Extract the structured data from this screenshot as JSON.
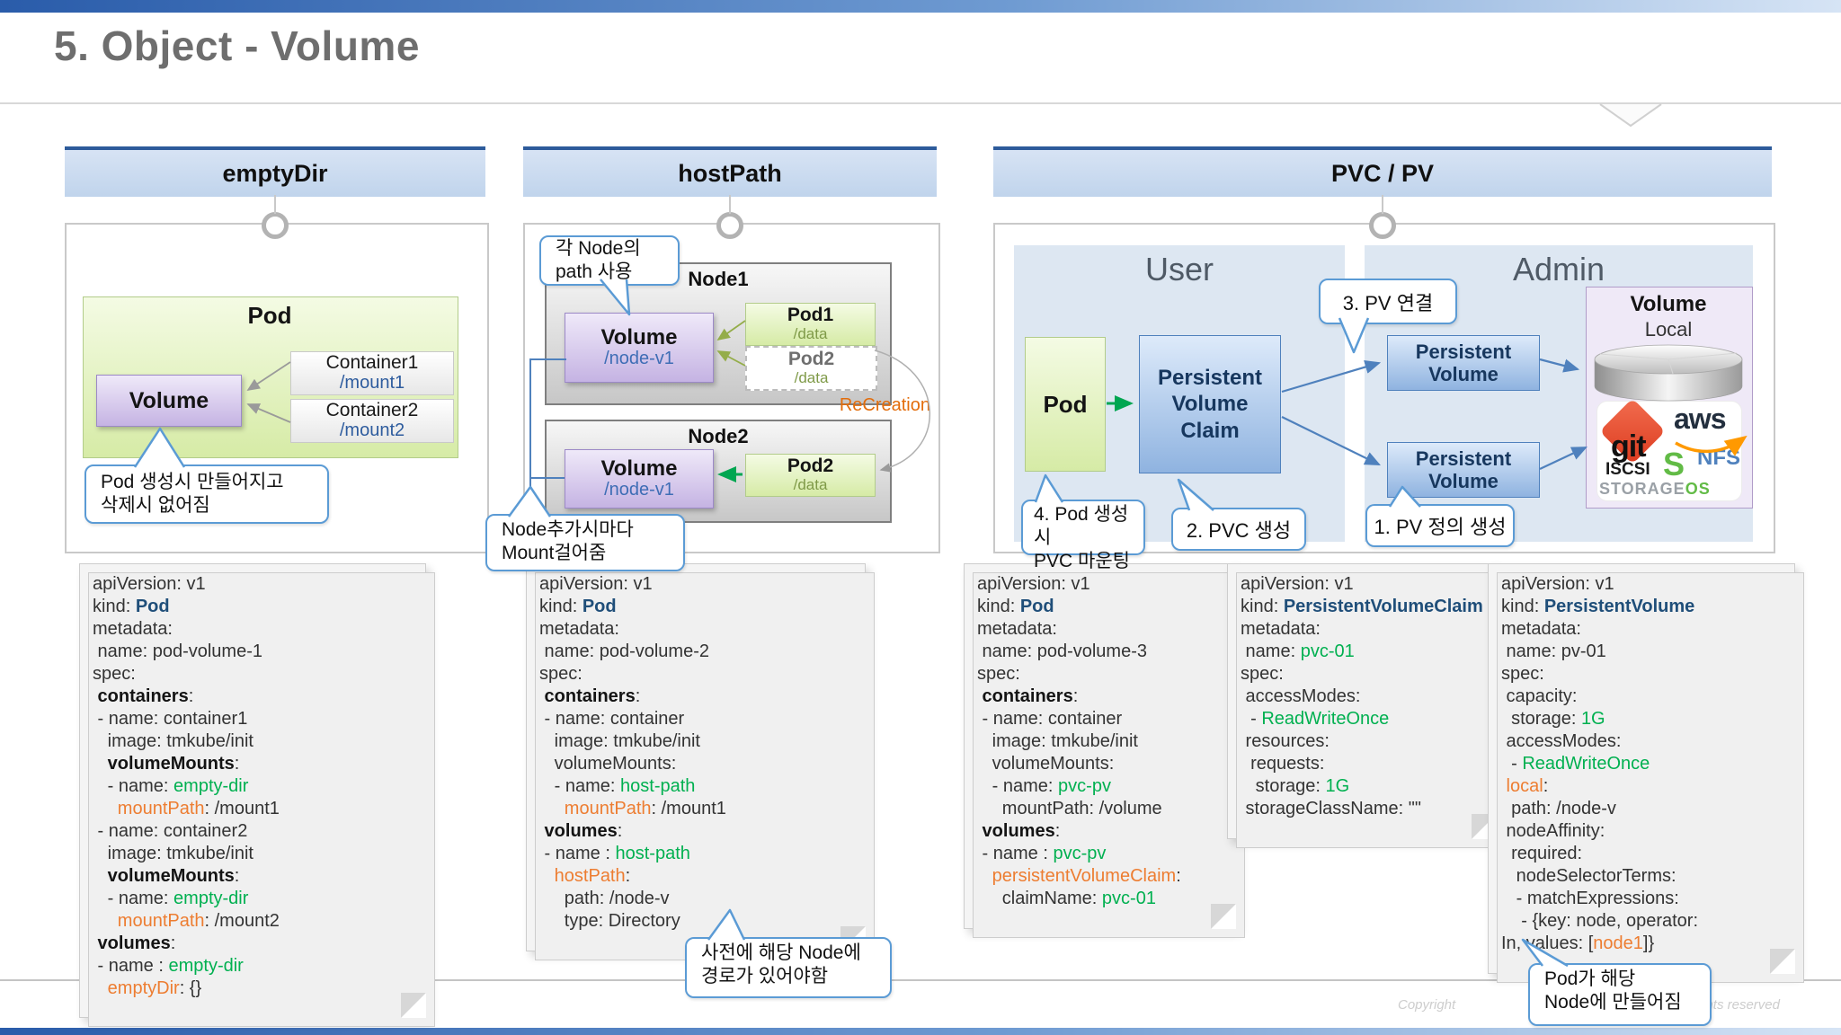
{
  "title": "5. Object - Volume",
  "sections": {
    "emptydir": "emptyDir",
    "hostpath": "hostPath",
    "pvcpv": "PVC / PV"
  },
  "emptydir": {
    "pod_label": "Pod",
    "volume_label": "Volume",
    "container1": {
      "title": "Container1",
      "path": "/mount1"
    },
    "container2": {
      "title": "Container2",
      "path": "/mount2"
    },
    "bubble": {
      "line1": "Pod 생성시 만들어지고",
      "line2": "삭제시 없어짐"
    }
  },
  "hostpath": {
    "bubble_top": {
      "line1": "각 Node의",
      "line2": "path 사용"
    },
    "node1": {
      "label": "Node1",
      "volume": {
        "title": "Volume",
        "path": "/node-v1"
      },
      "pod1": {
        "title": "Pod1",
        "path": "/data"
      },
      "pod2": {
        "title": "Pod2",
        "path": "/data"
      }
    },
    "recreation_label": "ReCreation",
    "node2": {
      "label": "Node2",
      "volume": {
        "title": "Volume",
        "path": "/node-v1"
      },
      "pod2": {
        "title": "Pod2",
        "path": "/data"
      }
    },
    "bubble_bottom": {
      "line1": "Node추가시마다",
      "line2": "Mount걸어줌"
    },
    "bubble_precreate": {
      "line1": "사전에 해당 Node에",
      "line2": "경로가 있어야함"
    }
  },
  "pvcpv": {
    "user_label": "User",
    "admin_label": "Admin",
    "pod_label": "Pod",
    "pvc_label": "Persistent Volume Claim",
    "pv_label": "Persistent Volume",
    "callout_pv_link": "3. PV 연결",
    "callout_pod_mount": {
      "line1": "4. Pod 생성시",
      "line2": "PVC 마운팅"
    },
    "callout_pvc_create": "2. PVC 생성",
    "callout_pv_create": "1. PV 정의 생성",
    "volume_box": {
      "title": "Volume",
      "subtitle": "Local"
    },
    "logos": {
      "git": "git",
      "aws": "aws",
      "nfs": "NFS",
      "iscsi": "ISCSI",
      "storageos_text": "STORAGE",
      "storageos_suffix": "OS"
    },
    "bubble_pod_node": {
      "line1": "Pod가 해당",
      "line2": "Node에 만들어짐"
    }
  },
  "footer": {
    "copyright_left": "Copyright",
    "copyright_right": "rights reserved"
  },
  "yaml_docs": [
    {
      "lines": [
        [
          [
            "p",
            "apiVersion: v1"
          ]
        ],
        [
          [
            "p",
            "kind: "
          ],
          [
            "nb",
            "Pod"
          ]
        ],
        [
          [
            "p",
            "metadata:"
          ]
        ],
        [
          [
            "p",
            " name: pod-volume-1"
          ]
        ],
        [
          [
            "p",
            "spec:"
          ]
        ],
        [
          [
            "b",
            " containers"
          ],
          [
            "p",
            ":"
          ]
        ],
        [
          [
            "p",
            " - name: container1"
          ]
        ],
        [
          [
            "p",
            "   image: tmkube/init"
          ]
        ],
        [
          [
            "b",
            "   volumeMounts"
          ],
          [
            "p",
            ":"
          ]
        ],
        [
          [
            "p",
            "   - name: "
          ],
          [
            "g",
            "empty-dir"
          ]
        ],
        [
          [
            "o",
            "     mountPath"
          ],
          [
            "p",
            ": /mount1"
          ]
        ],
        [
          [
            "p",
            " - name: container2"
          ]
        ],
        [
          [
            "p",
            "   image: tmkube/init"
          ]
        ],
        [
          [
            "b",
            "   volumeMounts"
          ],
          [
            "p",
            ":"
          ]
        ],
        [
          [
            "p",
            "   - name: "
          ],
          [
            "g",
            "empty-dir"
          ]
        ],
        [
          [
            "o",
            "     mountPath"
          ],
          [
            "p",
            ": /mount2"
          ]
        ],
        [
          [
            "b",
            " volumes"
          ],
          [
            "p",
            ":"
          ]
        ],
        [
          [
            "p",
            " - name : "
          ],
          [
            "g",
            "empty-dir"
          ]
        ],
        [
          [
            "o",
            "   emptyDir"
          ],
          [
            "p",
            ": {}"
          ]
        ]
      ]
    },
    {
      "lines": [
        [
          [
            "p",
            "apiVersion: v1"
          ]
        ],
        [
          [
            "p",
            "kind: "
          ],
          [
            "nb",
            "Pod"
          ]
        ],
        [
          [
            "p",
            "metadata:"
          ]
        ],
        [
          [
            "p",
            " name: pod-volume-2"
          ]
        ],
        [
          [
            "p",
            "spec:"
          ]
        ],
        [
          [
            "b",
            " containers"
          ],
          [
            "p",
            ":"
          ]
        ],
        [
          [
            "p",
            " - name: container"
          ]
        ],
        [
          [
            "p",
            "   image: tmkube/init"
          ]
        ],
        [
          [
            "p",
            "   volumeMounts:"
          ]
        ],
        [
          [
            "p",
            "   - name: "
          ],
          [
            "g",
            "host-path"
          ]
        ],
        [
          [
            "o",
            "     mountPath"
          ],
          [
            "p",
            ": /mount1"
          ]
        ],
        [
          [
            "b",
            " volumes"
          ],
          [
            "p",
            ":"
          ]
        ],
        [
          [
            "p",
            " - name : "
          ],
          [
            "g",
            "host-path"
          ]
        ],
        [
          [
            "o",
            "   hostPath"
          ],
          [
            "p",
            ":"
          ]
        ],
        [
          [
            "p",
            "     path: /node-v"
          ]
        ],
        [
          [
            "p",
            "     type: Directory"
          ]
        ]
      ]
    },
    {
      "lines": [
        [
          [
            "p",
            "apiVersion: v1"
          ]
        ],
        [
          [
            "p",
            "kind: "
          ],
          [
            "nb",
            "Pod"
          ]
        ],
        [
          [
            "p",
            "metadata:"
          ]
        ],
        [
          [
            "p",
            " name: pod-volume-3"
          ]
        ],
        [
          [
            "p",
            "spec:"
          ]
        ],
        [
          [
            "b",
            " containers"
          ],
          [
            "p",
            ":"
          ]
        ],
        [
          [
            "p",
            " - name: container"
          ]
        ],
        [
          [
            "p",
            "   image: tmkube/init"
          ]
        ],
        [
          [
            "p",
            "   volumeMounts:"
          ]
        ],
        [
          [
            "p",
            "   - name: "
          ],
          [
            "g",
            "pvc-pv"
          ]
        ],
        [
          [
            "p",
            "     mountPath: /volume"
          ]
        ],
        [
          [
            "b",
            " volumes"
          ],
          [
            "p",
            ":"
          ]
        ],
        [
          [
            "p",
            " - name : "
          ],
          [
            "g",
            "pvc-pv"
          ]
        ],
        [
          [
            "o",
            "   persistentVolumeClaim"
          ],
          [
            "p",
            ":"
          ]
        ],
        [
          [
            "p",
            "     claimName: "
          ],
          [
            "g",
            "pvc-01"
          ]
        ]
      ]
    },
    {
      "lines": [
        [
          [
            "p",
            "apiVersion: v1"
          ]
        ],
        [
          [
            "p",
            "kind: "
          ],
          [
            "nb",
            "PersistentVolumeClaim"
          ]
        ],
        [
          [
            "p",
            "metadata:"
          ]
        ],
        [
          [
            "p",
            " name: "
          ],
          [
            "g",
            "pvc-01"
          ]
        ],
        [
          [
            "p",
            "spec:"
          ]
        ],
        [
          [
            "p",
            " accessModes:"
          ]
        ],
        [
          [
            "p",
            "  - "
          ],
          [
            "g",
            "ReadWriteOnce"
          ]
        ],
        [
          [
            "p",
            " resources:"
          ]
        ],
        [
          [
            "p",
            "  requests:"
          ]
        ],
        [
          [
            "p",
            "   storage: "
          ],
          [
            "g",
            "1G"
          ]
        ],
        [
          [
            "p",
            " storageClassName: \"\""
          ]
        ]
      ]
    },
    {
      "lines": [
        [
          [
            "p",
            "apiVersion: v1"
          ]
        ],
        [
          [
            "p",
            "kind: "
          ],
          [
            "nb",
            "PersistentVolume"
          ]
        ],
        [
          [
            "p",
            "metadata:"
          ]
        ],
        [
          [
            "p",
            " name: pv-01"
          ]
        ],
        [
          [
            "p",
            "spec:"
          ]
        ],
        [
          [
            "p",
            " capacity:"
          ]
        ],
        [
          [
            "p",
            "  storage: "
          ],
          [
            "g",
            "1G"
          ]
        ],
        [
          [
            "p",
            " accessModes:"
          ]
        ],
        [
          [
            "p",
            "  - "
          ],
          [
            "g",
            "ReadWriteOnce"
          ]
        ],
        [
          [
            "o",
            " local"
          ],
          [
            "p",
            ":"
          ]
        ],
        [
          [
            "p",
            "  path: /node-v"
          ]
        ],
        [
          [
            "p",
            " nodeAffinity:"
          ]
        ],
        [
          [
            "p",
            "  required:"
          ]
        ],
        [
          [
            "p",
            "   nodeSelectorTerms:"
          ]
        ],
        [
          [
            "p",
            "   - matchExpressions:"
          ]
        ],
        [
          [
            "p",
            "    - {key: node, operator:"
          ]
        ],
        [
          [
            "p",
            "In, values: ["
          ],
          [
            "o",
            "node1"
          ],
          [
            "p",
            "]}"
          ]
        ]
      ]
    }
  ]
}
